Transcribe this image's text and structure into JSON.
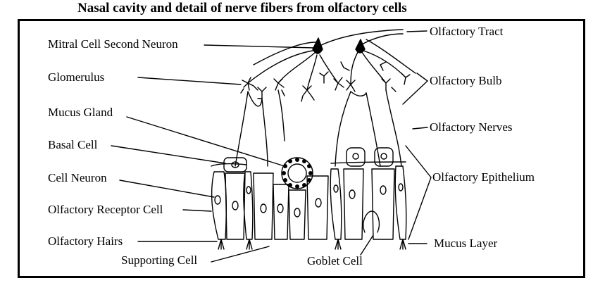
{
  "title_prefix": "",
  "title": "Nasal cavity and detail of nerve fibers from olfactory cells",
  "labels": {
    "mitral_cell": "Mitral Cell Second Neuron",
    "glomerulus": "Glomerulus",
    "mucus_gland": "Mucus Gland",
    "basal_cell": "Basal Cell",
    "cell_neuron": "Cell Neuron",
    "olfactory_receptor_cell": "Olfactory Receptor Cell",
    "olfactory_hairs": "Olfactory Hairs",
    "supporting_cell": "Supporting Cell",
    "goblet_cell": "Goblet Cell",
    "olfactory_tract": "Olfactory Tract",
    "olfactory_bulb": "Olfactory Bulb",
    "olfactory_nerves": "Olfactory Nerves",
    "olfactory_epithelium": "Olfactory Epithelium",
    "mucus_layer": "Mucus Layer"
  }
}
